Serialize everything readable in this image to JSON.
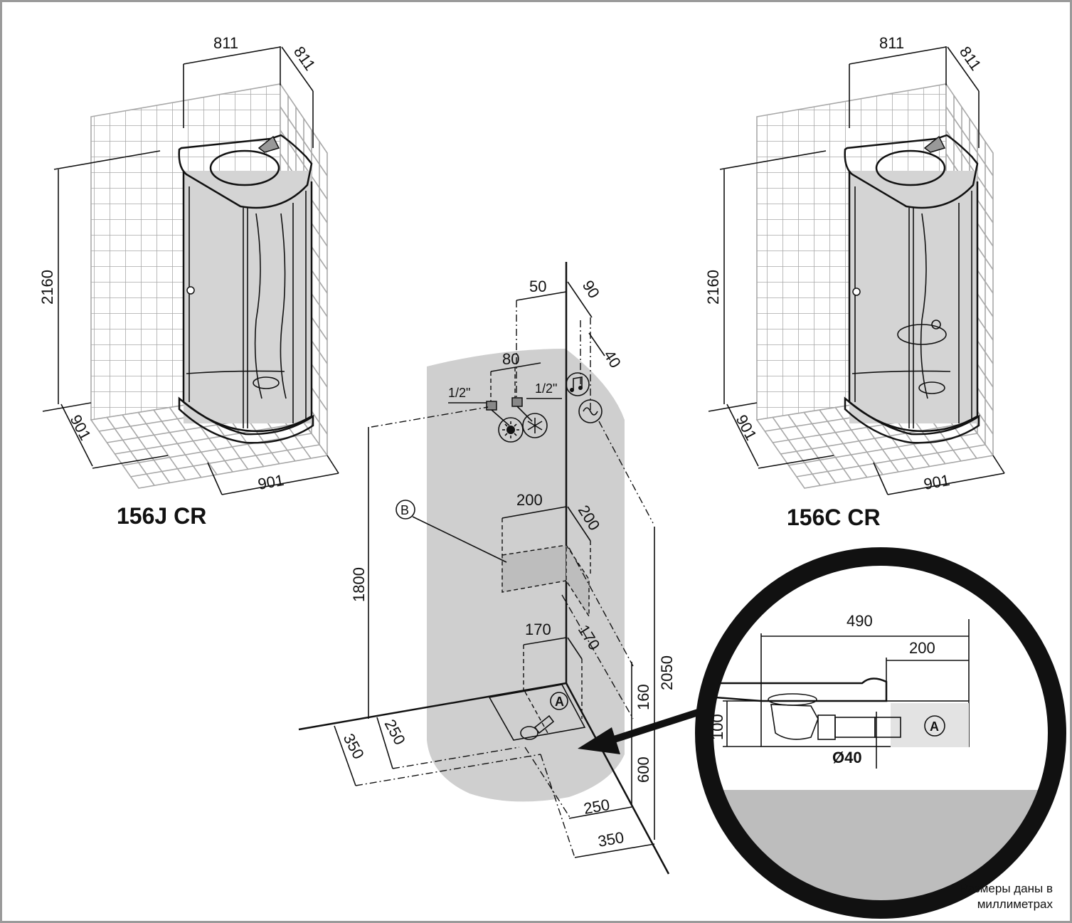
{
  "left_cabin": {
    "model": "156J CR",
    "dims": {
      "width_top": "811",
      "depth_top": "811",
      "height": "2160",
      "base_left": "901",
      "base_right": "901"
    }
  },
  "right_cabin": {
    "model": "156C CR",
    "dims": {
      "width_top": "811",
      "depth_top": "811",
      "height": "2160",
      "base_left": "901",
      "base_right": "901"
    }
  },
  "center": {
    "dims": {
      "d50": "50",
      "d90": "90",
      "d40": "40",
      "d80": "80",
      "pipe_left": "1/2\"",
      "pipe_right": "1/2\"",
      "d1800": "1800",
      "d200a": "200",
      "d200b": "200",
      "d170a": "170",
      "d170b": "170",
      "d160": "160",
      "d2050": "2050",
      "d600": "600",
      "d350_left": "350",
      "d250_left": "250",
      "d250_bottom": "250",
      "d350_bottom": "350"
    },
    "labels": {
      "B": "B",
      "A": "A"
    },
    "icons": [
      "hot-water-icon",
      "cold-water-icon",
      "music-icon",
      "power-icon"
    ]
  },
  "detail": {
    "d490": "490",
    "d200": "200",
    "d100": "100",
    "dia": "Ø40",
    "label_A": "A"
  },
  "note": {
    "line1": "Размеры даны в",
    "line2": "миллиметрах"
  }
}
